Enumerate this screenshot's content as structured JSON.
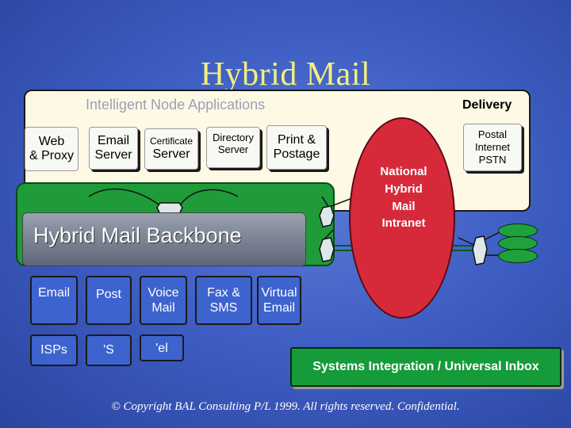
{
  "title": "Hybrid Mail",
  "panel": {
    "heading": "Intelligent Node Applications",
    "delivery_heading": "Delivery"
  },
  "applications": [
    {
      "line1": "Web",
      "line2": "& Proxy"
    },
    {
      "line1": "Email",
      "line2": "Server"
    },
    {
      "line1": "Certificate",
      "line2": "Server"
    },
    {
      "line1": "Directory",
      "line2": "Server"
    },
    {
      "line1": "Print &",
      "line2": "Postage"
    }
  ],
  "delivery_box": {
    "line1": "Postal",
    "line2": "Internet",
    "line3": "PSTN"
  },
  "backbone": {
    "label": "Hybrid Mail Backbone"
  },
  "intranet": {
    "line1": "National",
    "line2": "Hybrid",
    "line3": "Mail",
    "line4": "Intranet"
  },
  "service_row_1": [
    {
      "line1": "Email",
      "line2": ""
    },
    {
      "line1": "Post",
      "line2": ""
    },
    {
      "line1": "Voice",
      "line2": "Mail"
    },
    {
      "line1": "Fax &",
      "line2": "SMS"
    },
    {
      "line1": "Virtual",
      "line2": "Email"
    }
  ],
  "service_row_2": [
    {
      "line1": "ISPs"
    },
    {
      "line1": "'S"
    },
    {
      "line1": "'el"
    }
  ],
  "systems_integration": "Systems  Integration / Universal Inbox",
  "copyright": "© Copyright BAL Consulting P/L 1999. All rights reserved. Confidential.",
  "colors": {
    "background": "#3f5fc4",
    "title": "#f5ef7a",
    "panel": "#fdf9e4",
    "backbone": "#1f9b3a",
    "intranet": "#d62a3a",
    "service_box": "#3d63cf",
    "systems_integration": "#169b3a"
  }
}
